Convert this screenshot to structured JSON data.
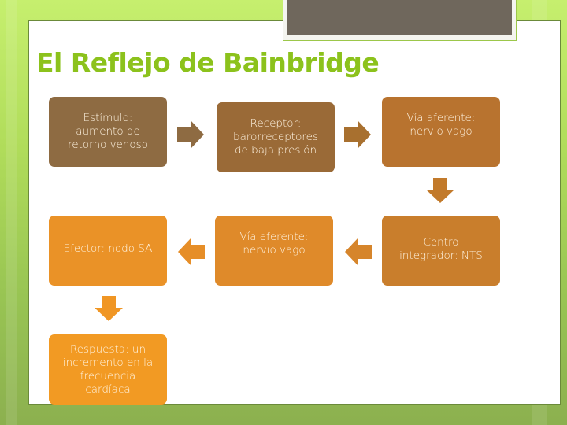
{
  "slide": {
    "title": "El Reflejo de Bainbridge"
  },
  "colors": {
    "title": "#8cc21c",
    "header_block": "#6f675c",
    "box_stimulus": "#8e6b42",
    "box_receptor": "#9a6a37",
    "box_afferent": "#b8732f",
    "box_center": "#c97e2c",
    "box_efferent": "#df8a2a",
    "box_effector": "#ea9227",
    "box_response": "#f29a23"
  },
  "flow": {
    "steps": [
      {
        "id": "stimulus",
        "label": "Estímulo:\naumento de\nretorno venoso"
      },
      {
        "id": "receptor",
        "label": "Receptor:\nbarorreceptores\nde  baja presión"
      },
      {
        "id": "afferent",
        "label": "Vía aferente:\nnervio vago"
      },
      {
        "id": "center",
        "label": "Centro\nintegrador: NTS"
      },
      {
        "id": "efferent",
        "label": "Vía eferente:\nnervio vago"
      },
      {
        "id": "effector",
        "label": "Efector:  nodo SA"
      },
      {
        "id": "response",
        "label": "Respuesta: un\nincremento en la\nfrecuencia\ncardíaca"
      }
    ],
    "arrows": [
      {
        "from": "stimulus",
        "to": "receptor",
        "direction": "right"
      },
      {
        "from": "receptor",
        "to": "afferent",
        "direction": "right"
      },
      {
        "from": "afferent",
        "to": "center",
        "direction": "down"
      },
      {
        "from": "center",
        "to": "efferent",
        "direction": "left"
      },
      {
        "from": "efferent",
        "to": "effector",
        "direction": "left"
      },
      {
        "from": "effector",
        "to": "response",
        "direction": "down"
      }
    ]
  }
}
